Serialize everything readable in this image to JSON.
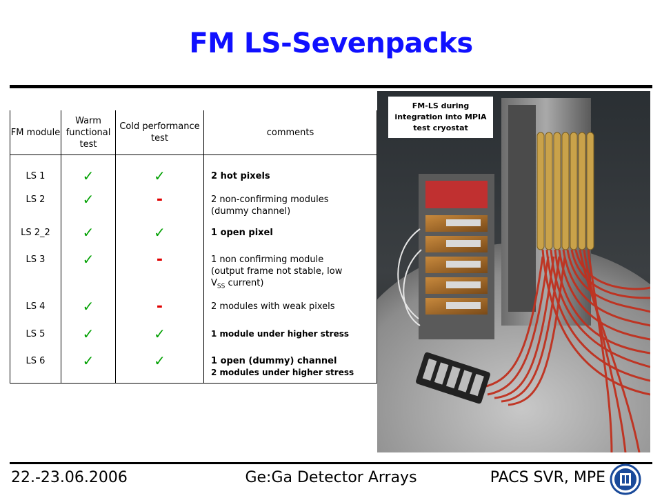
{
  "title": "FM LS-Sevenpacks",
  "table": {
    "headers": {
      "module": "FM module",
      "warm": "Warm functional test",
      "cold": "Cold performance test",
      "comments": "comments"
    },
    "rows": [
      {
        "module": "LS 1",
        "warm": "✓",
        "cold": "✓",
        "comment1": "2 hot pixels",
        "comment2": ""
      },
      {
        "module": "LS 2",
        "warm": "✓",
        "cold": "-",
        "comment1": "2 non-confirming modules",
        "comment2": "(dummy channel)"
      },
      {
        "module": "LS 2_2",
        "warm": "✓",
        "cold": "✓",
        "comment1": "1 open pixel",
        "comment2": ""
      },
      {
        "module": "LS 3",
        "warm": "✓",
        "cold": "-",
        "comment1": "1 non confirming module",
        "comment2": "(output frame not stable, low",
        "comment3a": "V",
        "comment3sub": "SS",
        "comment3b": " current)"
      },
      {
        "module": "LS 4",
        "warm": "✓",
        "cold": "-",
        "comment1": "2 modules with weak pixels",
        "comment2": ""
      },
      {
        "module": "LS 5",
        "warm": "✓",
        "cold": "✓",
        "comment1": "1 module under higher stress",
        "comment2": ""
      },
      {
        "module": "LS 6",
        "warm": "✓",
        "cold": "✓",
        "comment1": "1 open (dummy) channel",
        "comment2": "2 modules under higher stress"
      }
    ]
  },
  "caption": "FM-LS during integration into MPIA test cryostat",
  "footer": {
    "date": "22.-23.06.2006",
    "center": "Ge:Ga Detector Arrays",
    "right": "PACS SVR, MPE"
  },
  "colors": {
    "title": "#1010ff",
    "check": "#00a000",
    "dash": "#e00000"
  }
}
